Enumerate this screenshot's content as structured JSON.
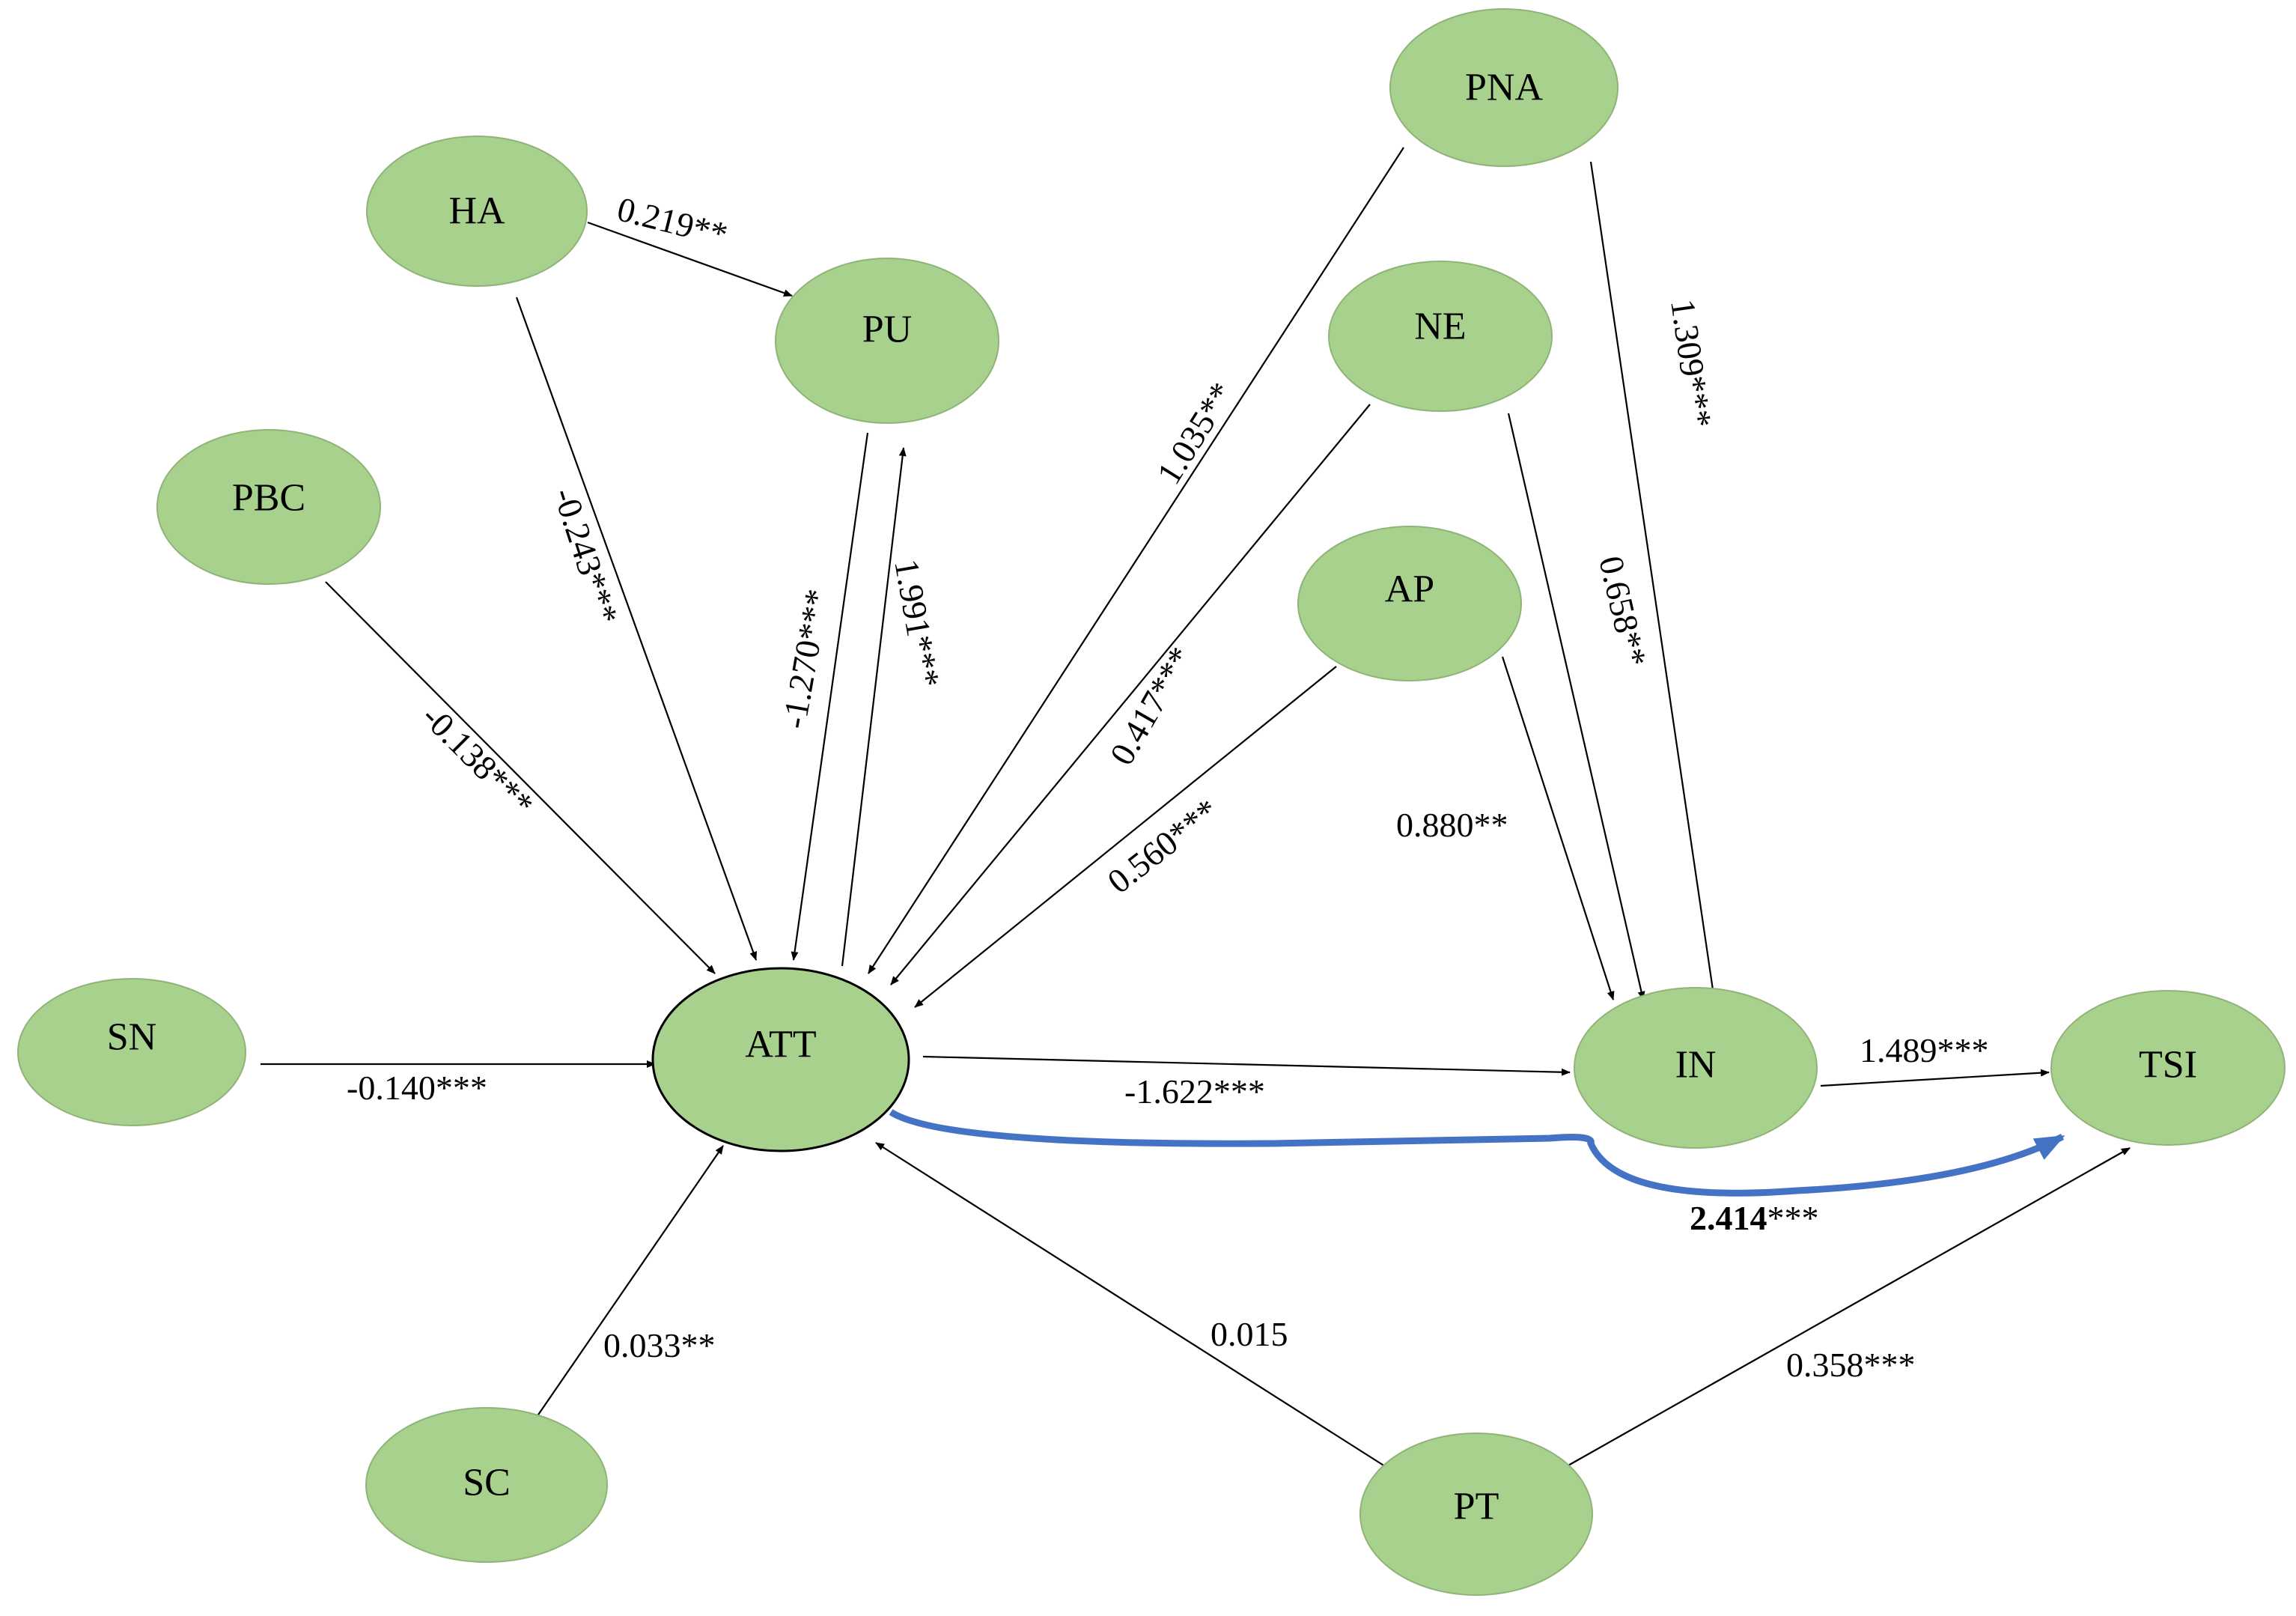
{
  "colors": {
    "node_fill": "#a9d18e",
    "edge": "#000000",
    "mediation": "#4472c4"
  },
  "nodes": {
    "HA": "HA",
    "PU": "PU",
    "PBC": "PBC",
    "SN": "SN",
    "SC": "SC",
    "ATT": "ATT",
    "PNA": "PNA",
    "NE": "NE",
    "AP": "AP",
    "IN": "IN",
    "TSI": "TSI",
    "PT": "PT"
  },
  "edges": {
    "ha_pu": "0.219**",
    "ha_att": "-0.243***",
    "pu_att": "-1.270***",
    "att_pu": "1.991***",
    "pbc_att": "-0.138***",
    "sn_att": "-0.140***",
    "sc_att": "0.033**",
    "pna_att": "1.035**",
    "ne_att": "0.417***",
    "ap_att": "0.560***",
    "pna_in": "1.309***",
    "ne_in": "0.658**",
    "ap_in": "0.880**",
    "att_in": "-1.622***",
    "in_tsi": "1.489***",
    "pt_att": "0.015",
    "pt_tsi": "0.358***"
  },
  "mediation": {
    "value": "2.414",
    "stars": "***"
  }
}
